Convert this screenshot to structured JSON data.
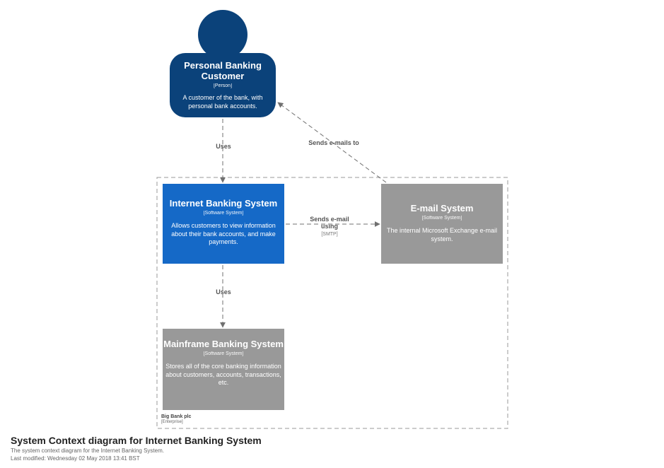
{
  "person": {
    "name": "Personal Banking Customer",
    "type": "[Person]",
    "description": "A customer of the bank, with personal bank accounts."
  },
  "internet_banking": {
    "name": "Internet Banking System",
    "type": "[Software System]",
    "description": "Allows customers to view information about their bank accounts, and make payments."
  },
  "email_system": {
    "name": "E-mail System",
    "type": "[Software System]",
    "description": "The internal Microsoft Exchange e-mail system."
  },
  "mainframe": {
    "name": "Mainframe Banking System",
    "type": "[Software System]",
    "description": "Stores all of the core banking information about customers, accounts, transactions, etc."
  },
  "edges": {
    "person_to_ibs": "Uses",
    "ibs_to_mainframe": "Uses",
    "email_to_person": "Sends e-mails to",
    "ibs_to_email": "Sends e-mail using",
    "ibs_to_email_tech": "[SMTP]"
  },
  "boundary": {
    "name": "Big Bank plc",
    "type": "[Enterprise]"
  },
  "footer": {
    "title": "System Context diagram for Internet Banking System",
    "description": "The system context diagram for the Internet Banking System.",
    "modified": "Last modified: Wednesday 02 May 2018 13:41 BST"
  },
  "colors": {
    "person": "#0b427a",
    "internal_system": "#1569c7",
    "external_system": "#999999",
    "edge": "#707070"
  }
}
